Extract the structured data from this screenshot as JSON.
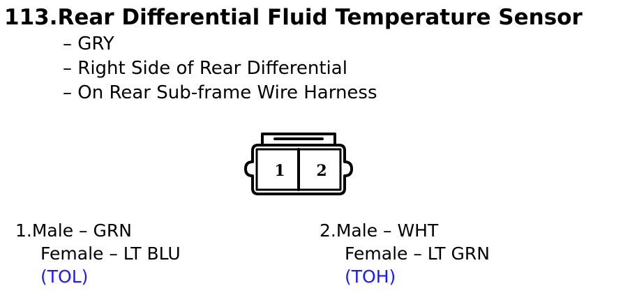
{
  "title": "113.Rear Differential Fluid Temperature Sensor",
  "details": [
    "– GRY",
    "– Right Side of Rear Differential",
    "– On Rear Sub-frame Wire Harness"
  ],
  "connector": {
    "pin_labels": [
      "1",
      "2"
    ]
  },
  "pins": [
    {
      "male": "1.Male – GRN",
      "female": "Female – LT BLU",
      "code": "(TOL)"
    },
    {
      "male": "2.Male – WHT",
      "female": "Female – LT GRN",
      "code": "(TOH)"
    }
  ],
  "colors": {
    "text": "#000000",
    "code": "#1a1aff"
  }
}
